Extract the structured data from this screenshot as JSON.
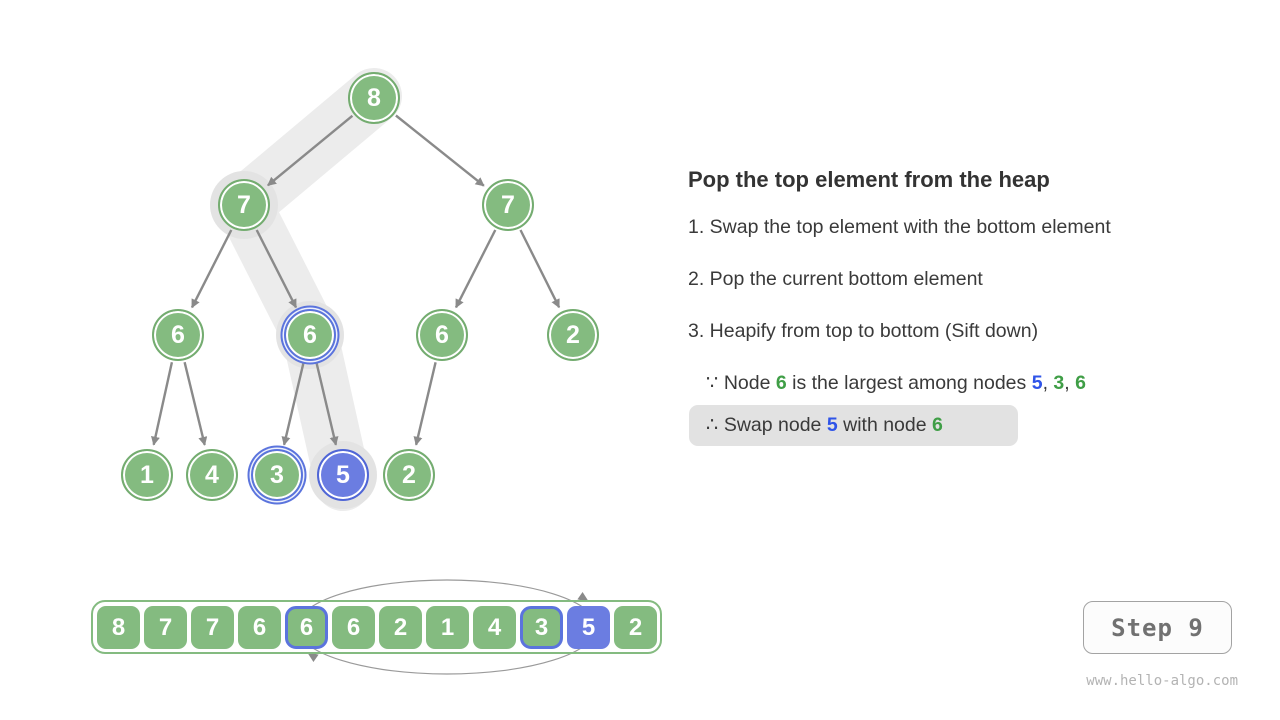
{
  "colors": {
    "node_green": "#84bb80",
    "node_blue_fill": "#6b7de1",
    "highlight_blue_outline": "#5b74dd",
    "text_green": "#3f9e46",
    "text_blue": "#2f54e8",
    "sift_path_gray": "#ececec",
    "pill_gray": "#e2e2e2",
    "arrow_gray": "#8a8a8a"
  },
  "tree": {
    "nodes": [
      {
        "value": "8",
        "highlight": "none"
      },
      {
        "value": "7",
        "highlight": "sift-path"
      },
      {
        "value": "7",
        "highlight": "none"
      },
      {
        "value": "6",
        "highlight": "none"
      },
      {
        "value": "6",
        "highlight": "blue-outline"
      },
      {
        "value": "6",
        "highlight": "none"
      },
      {
        "value": "2",
        "highlight": "none"
      },
      {
        "value": "1",
        "highlight": "none"
      },
      {
        "value": "4",
        "highlight": "none"
      },
      {
        "value": "3",
        "highlight": "blue-outline"
      },
      {
        "value": "5",
        "highlight": "blue-fill"
      },
      {
        "value": "2",
        "highlight": "none"
      }
    ]
  },
  "array": {
    "values": [
      "8",
      "7",
      "7",
      "6",
      "6",
      "6",
      "2",
      "1",
      "4",
      "3",
      "5",
      "2"
    ],
    "blue_outline_indices": [
      4,
      9
    ],
    "blue_fill_indices": [
      10
    ]
  },
  "panel": {
    "title": "Pop the top element from the heap",
    "steps": [
      "1. Swap the top element with the bottom element",
      "2. Pop the current bottom element",
      "3. Heapify from top to bottom (Sift down)"
    ],
    "because": {
      "parts": [
        {
          "text": "∵ Node "
        },
        {
          "text": "6"
        },
        {
          "text": " is the largest among nodes "
        },
        {
          "text": "5"
        },
        {
          "text": ", "
        },
        {
          "text": "3"
        },
        {
          "text": ", "
        },
        {
          "text": "6"
        }
      ]
    },
    "therefore": {
      "parts": [
        {
          "text": "∴ Swap node "
        },
        {
          "text": "5"
        },
        {
          "text": " with node "
        },
        {
          "text": "6"
        }
      ]
    }
  },
  "footer": {
    "step_label": "Step 9",
    "watermark": "www.hello-algo.com"
  }
}
